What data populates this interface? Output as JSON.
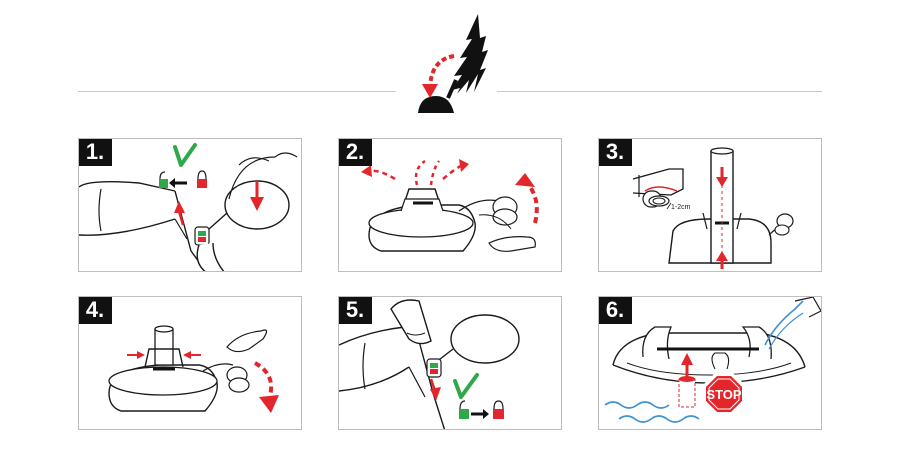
{
  "steps": [
    {
      "label": "1."
    },
    {
      "label": "2."
    },
    {
      "label": "3."
    },
    {
      "label": "4."
    },
    {
      "label": "5."
    },
    {
      "label": "6."
    }
  ],
  "stop_sign": {
    "text": "STOP"
  },
  "dimension_label": {
    "text": "1-2cm"
  },
  "colors": {
    "accent_red": "#e3262b",
    "accent_green": "#2ea84a",
    "line": "#1a1a1a",
    "frame": "#bdbdbd",
    "water": "#3d8fd6"
  }
}
